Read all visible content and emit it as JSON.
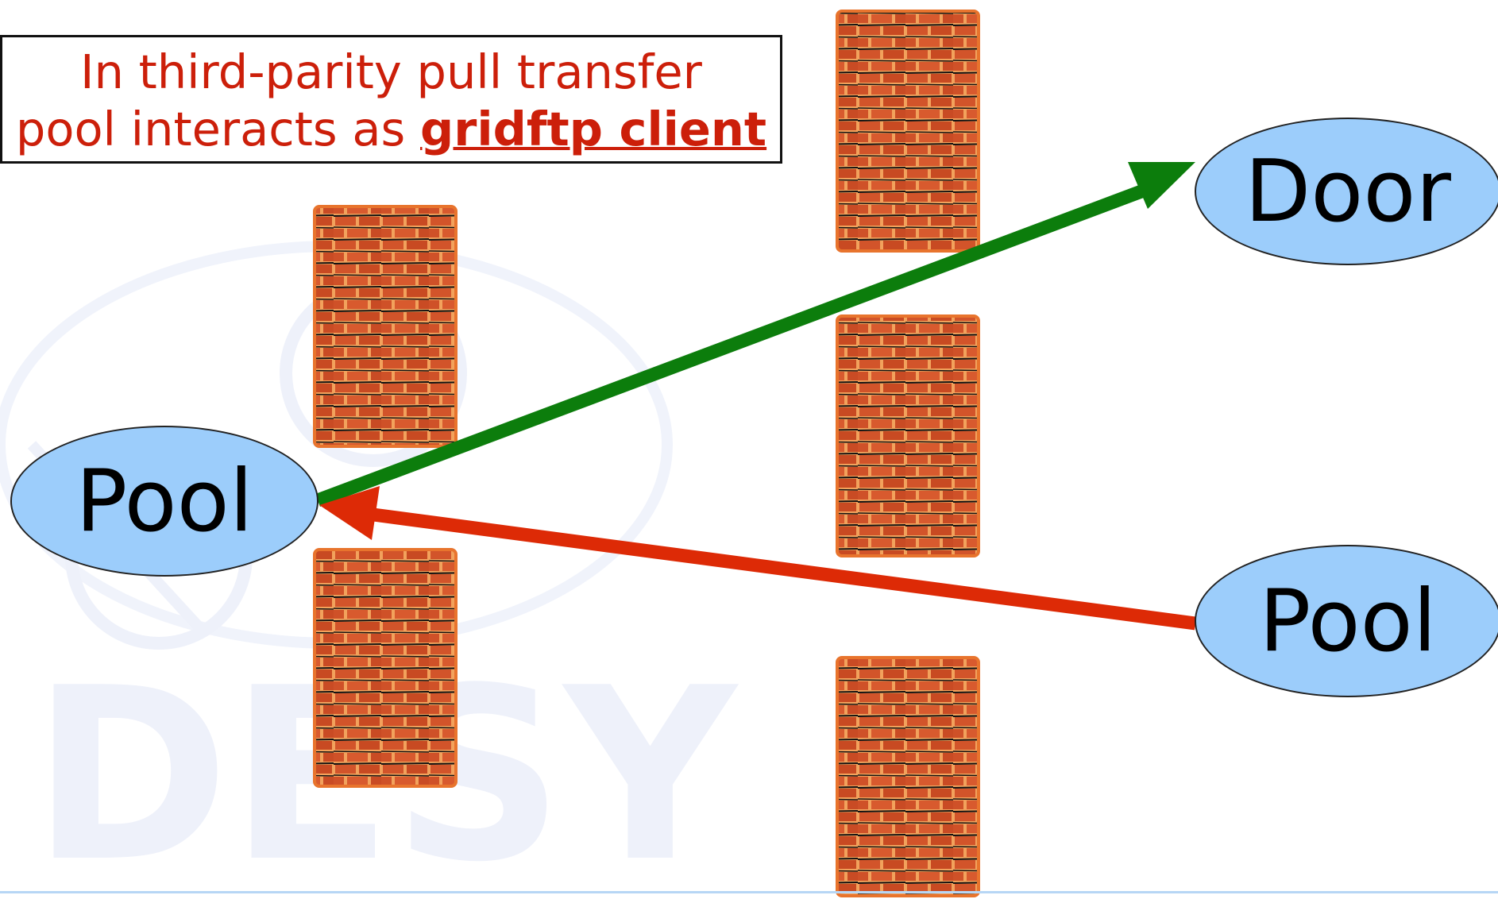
{
  "caption": {
    "line1": "In third-parity pull transfer",
    "line2_prefix": "pool interacts as ",
    "line2_emphasis": "gridftp client"
  },
  "nodes": {
    "door": "Door",
    "pool_left": "Pool",
    "pool_right": "Pool"
  },
  "watermark": "DESY",
  "colors": {
    "caption_text": "#cc1f0a",
    "node_fill": "#9ccdfb",
    "arrow_control": "#0c7d0c",
    "arrow_data": "#dd2a06",
    "brick": "#d2542a",
    "mortar": "#f2a25c",
    "watermark": "#eef1fa"
  }
}
